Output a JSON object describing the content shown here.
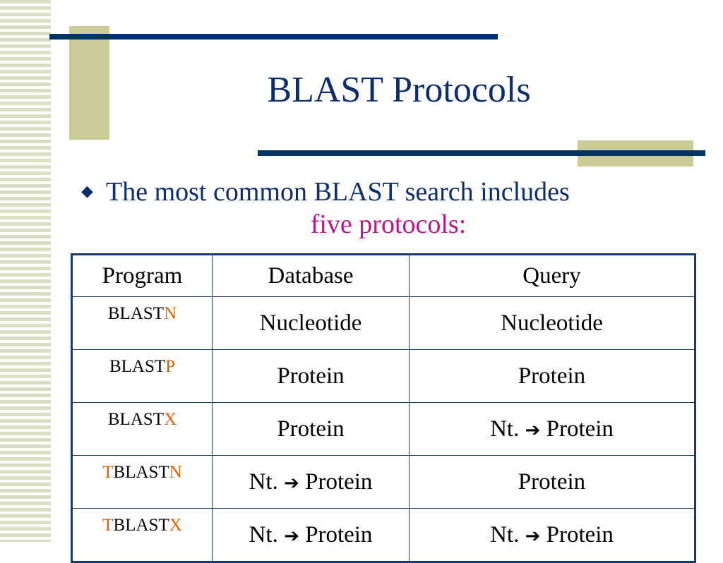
{
  "slide": {
    "title": "BLAST Protocols",
    "bullet_glyph": "◆",
    "bullet_line1": "The most common BLAST search includes",
    "bullet_line2": "five protocols:"
  },
  "colors": {
    "title": "#0c2f6c",
    "highlight_phrase": "#b5198b",
    "program_letter": "#e06000",
    "rule": "#003366",
    "accent_block": "#cccc99"
  },
  "table": {
    "headers": [
      "Program",
      "Database",
      "Query"
    ],
    "rows": [
      {
        "program": [
          {
            "text": "BLAST",
            "hl": false
          },
          {
            "text": "N",
            "hl": true
          }
        ],
        "database": [
          "Nucleotide"
        ],
        "query": [
          "Nucleotide"
        ]
      },
      {
        "program": [
          {
            "text": "BLAST",
            "hl": false
          },
          {
            "text": "P",
            "hl": true
          }
        ],
        "database": [
          "Protein"
        ],
        "query": [
          "Protein"
        ]
      },
      {
        "program": [
          {
            "text": "BLAST",
            "hl": false
          },
          {
            "text": "X",
            "hl": true
          }
        ],
        "database": [
          "Protein"
        ],
        "query": [
          "Nt.",
          "Protein"
        ]
      },
      {
        "program": [
          {
            "text": "T",
            "hl": true
          },
          {
            "text": "BLAST",
            "hl": false
          },
          {
            "text": "N",
            "hl": true
          }
        ],
        "database": [
          "Nt.",
          "Protein"
        ],
        "query": [
          "Protein"
        ]
      },
      {
        "program": [
          {
            "text": "T",
            "hl": true
          },
          {
            "text": "BLAST",
            "hl": false
          },
          {
            "text": "X",
            "hl": true
          }
        ],
        "database": [
          "Nt.",
          "Protein"
        ],
        "query": [
          "Nt.",
          "Protein"
        ]
      }
    ],
    "arrow_glyph": "➔"
  }
}
